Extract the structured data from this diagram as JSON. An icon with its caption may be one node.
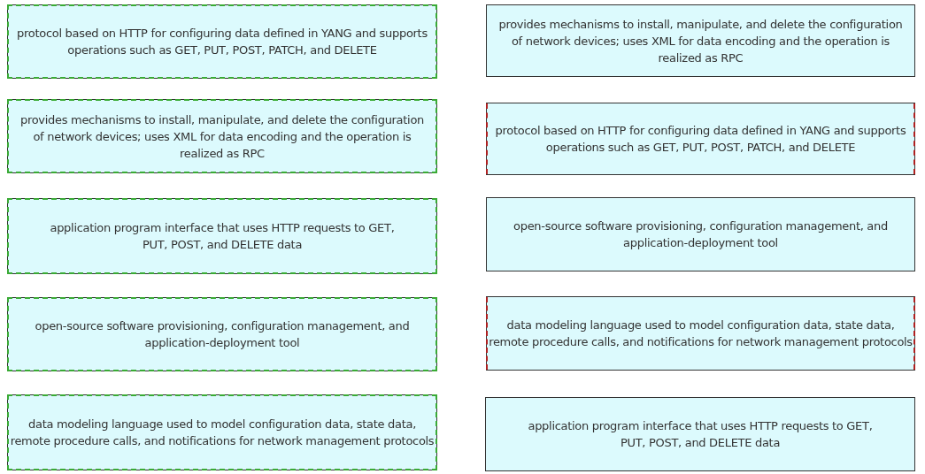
{
  "diagram": {
    "nodes": [
      {
        "text": [
          "protocol based on HTTP for configuring data defined in YANG and supports operations such as GET, PUT, POST, PATCH, and DELETE"
        ]
      },
      {
        "text": [
          "provides mechanisms to install, manipulate, and delete the configuration of network devices; uses XML for data encoding and the operation is realized as RPC"
        ]
      },
      {
        "text": [
          "provides mechanisms to install, manipulate, and delete the configuration of network devices; uses XML for data encoding and the operation is realized as RPC"
        ]
      },
      {
        "text": [
          "protocol based on HTTP for configuring data defined in YANG and supports operations such as GET, PUT, POST, PATCH, and DELETE"
        ]
      },
      {
        "text": [
          "application program interface that uses HTTP requests to GET, PUT, POST, and DELETE data"
        ]
      },
      {
        "text": [
          "open-source software provisioning, configuration management, and application-deployment tool"
        ]
      },
      {
        "text": [
          "open-source software provisioning, configuration management, and application-deployment tool"
        ]
      },
      {
        "text": [
          "data modeling language used to model configuration data, state data, remote procedure calls, and notifications for network management protocols"
        ]
      },
      {
        "text": [
          "data modeling language used to model configuration data, state data, remote procedure calls, and notifications for network management protocols"
        ]
      },
      {
        "text": [
          "application program interface that uses HTTP requests to GET, PUT, POST, and DELETE data"
        ]
      }
    ]
  }
}
